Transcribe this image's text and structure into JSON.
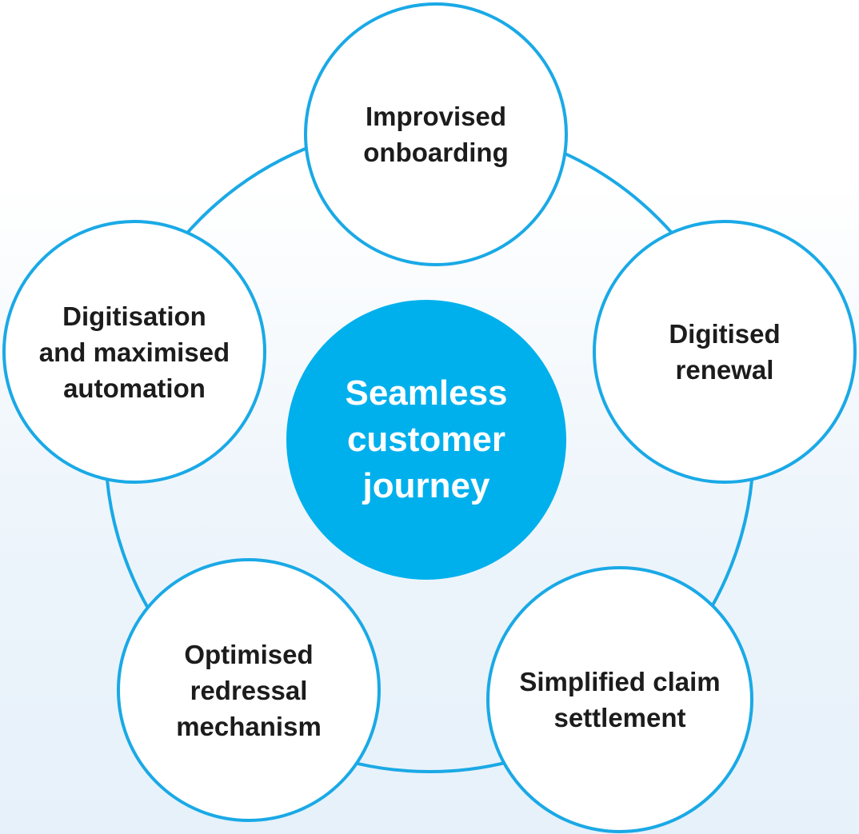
{
  "diagram": {
    "center": {
      "label": "Seamless\ncustomer\njourney"
    },
    "nodes": [
      {
        "id": "improvised-onboarding",
        "label": "Improvised\nonboarding"
      },
      {
        "id": "digitised-renewal",
        "label": "Digitised\nrenewal"
      },
      {
        "id": "simplified-claim-settlement",
        "label": "Simplified claim\nsettlement"
      },
      {
        "id": "optimised-redressal-mechanism",
        "label": "Optimised\nredressal\nmechanism"
      },
      {
        "id": "digitisation-automation",
        "label": "Digitisation\nand maximised\nautomation"
      }
    ],
    "colors": {
      "accent": "#1aa9e6",
      "center_fill": "#00b0ec",
      "node_fill": "#ffffff",
      "text": "#1c1c1c"
    }
  }
}
